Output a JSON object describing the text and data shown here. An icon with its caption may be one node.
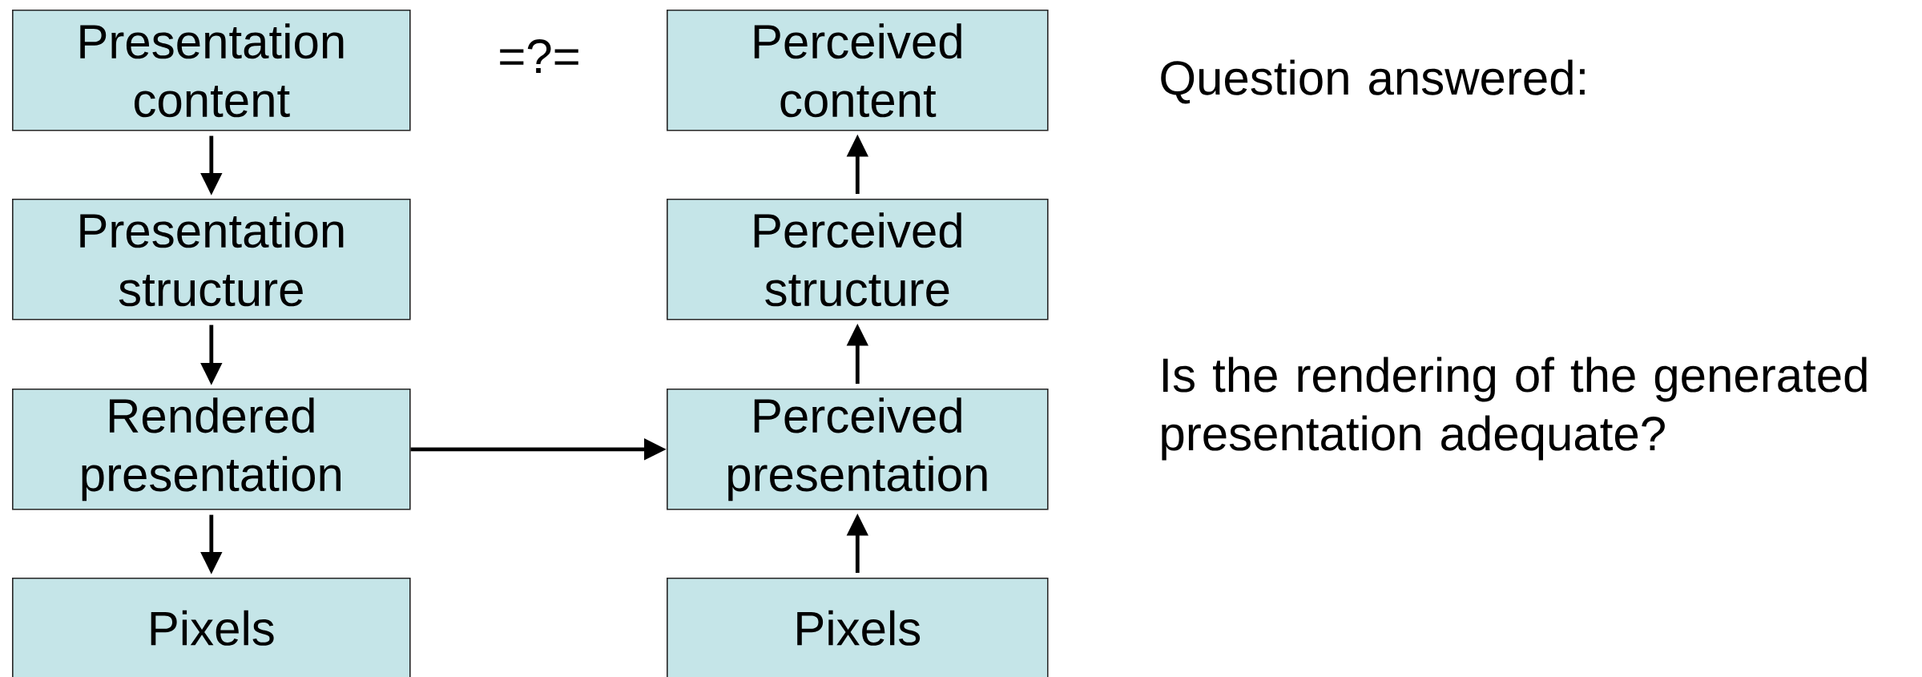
{
  "diagram": {
    "nodes": [
      {
        "text": [
          "Presentation content"
        ]
      },
      {
        "text": [
          "Presentation structure"
        ]
      },
      {
        "text": [
          "Rendered presentation"
        ]
      },
      {
        "text": [
          "Pixels"
        ]
      },
      {
        "text": [
          "Perceived content"
        ]
      },
      {
        "text": [
          "Perceived structure"
        ]
      },
      {
        "text": [
          "Perceived presentation"
        ]
      },
      {
        "text": [
          "Pixels"
        ]
      }
    ],
    "edges": [
      {
        "from": 0,
        "to": 1,
        "arrow": "to"
      },
      {
        "from": 1,
        "to": 2,
        "arrow": "to"
      },
      {
        "from": 2,
        "to": 3,
        "arrow": "to"
      },
      {
        "from": 2,
        "to": 6,
        "arrow": "to"
      },
      {
        "from": 7,
        "to": 6,
        "arrow": "to"
      },
      {
        "from": 6,
        "to": 5,
        "arrow": "to"
      },
      {
        "from": 5,
        "to": 4,
        "arrow": "to"
      }
    ],
    "labels": [
      "=?=",
      "Question answered:",
      "Is the rendering of the generated presentation adequate?"
    ]
  }
}
